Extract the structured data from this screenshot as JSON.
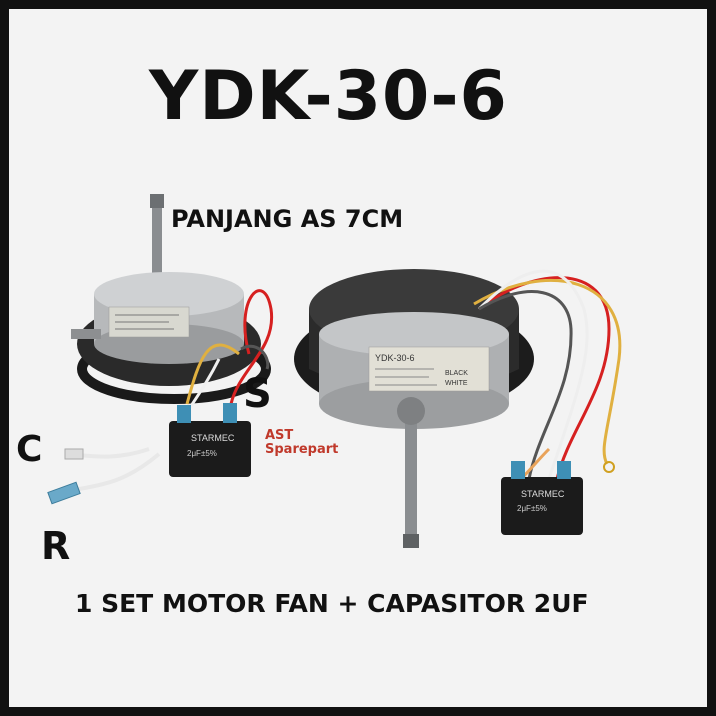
{
  "product": {
    "model": "YDK-30-6",
    "axle_length": "PANJANG AS 7CM",
    "wire_labels": {
      "s": "S",
      "c": "C",
      "r": "R"
    },
    "caption": "1 SET MOTOR FAN + CAPASITOR 2UF"
  },
  "watermark": {
    "line1": "AST",
    "line2": "Sparepart"
  },
  "motor_label": {
    "model": "YDK-30-6",
    "wire1": "BLACK",
    "wire2": "WHITE"
  },
  "capacitor_label": {
    "brand": "STARMEC",
    "rating": "2μF±5%"
  },
  "colors": {
    "background": "#f3f3f3",
    "border": "#111111",
    "text": "#111111",
    "watermark": "#c0392b"
  }
}
